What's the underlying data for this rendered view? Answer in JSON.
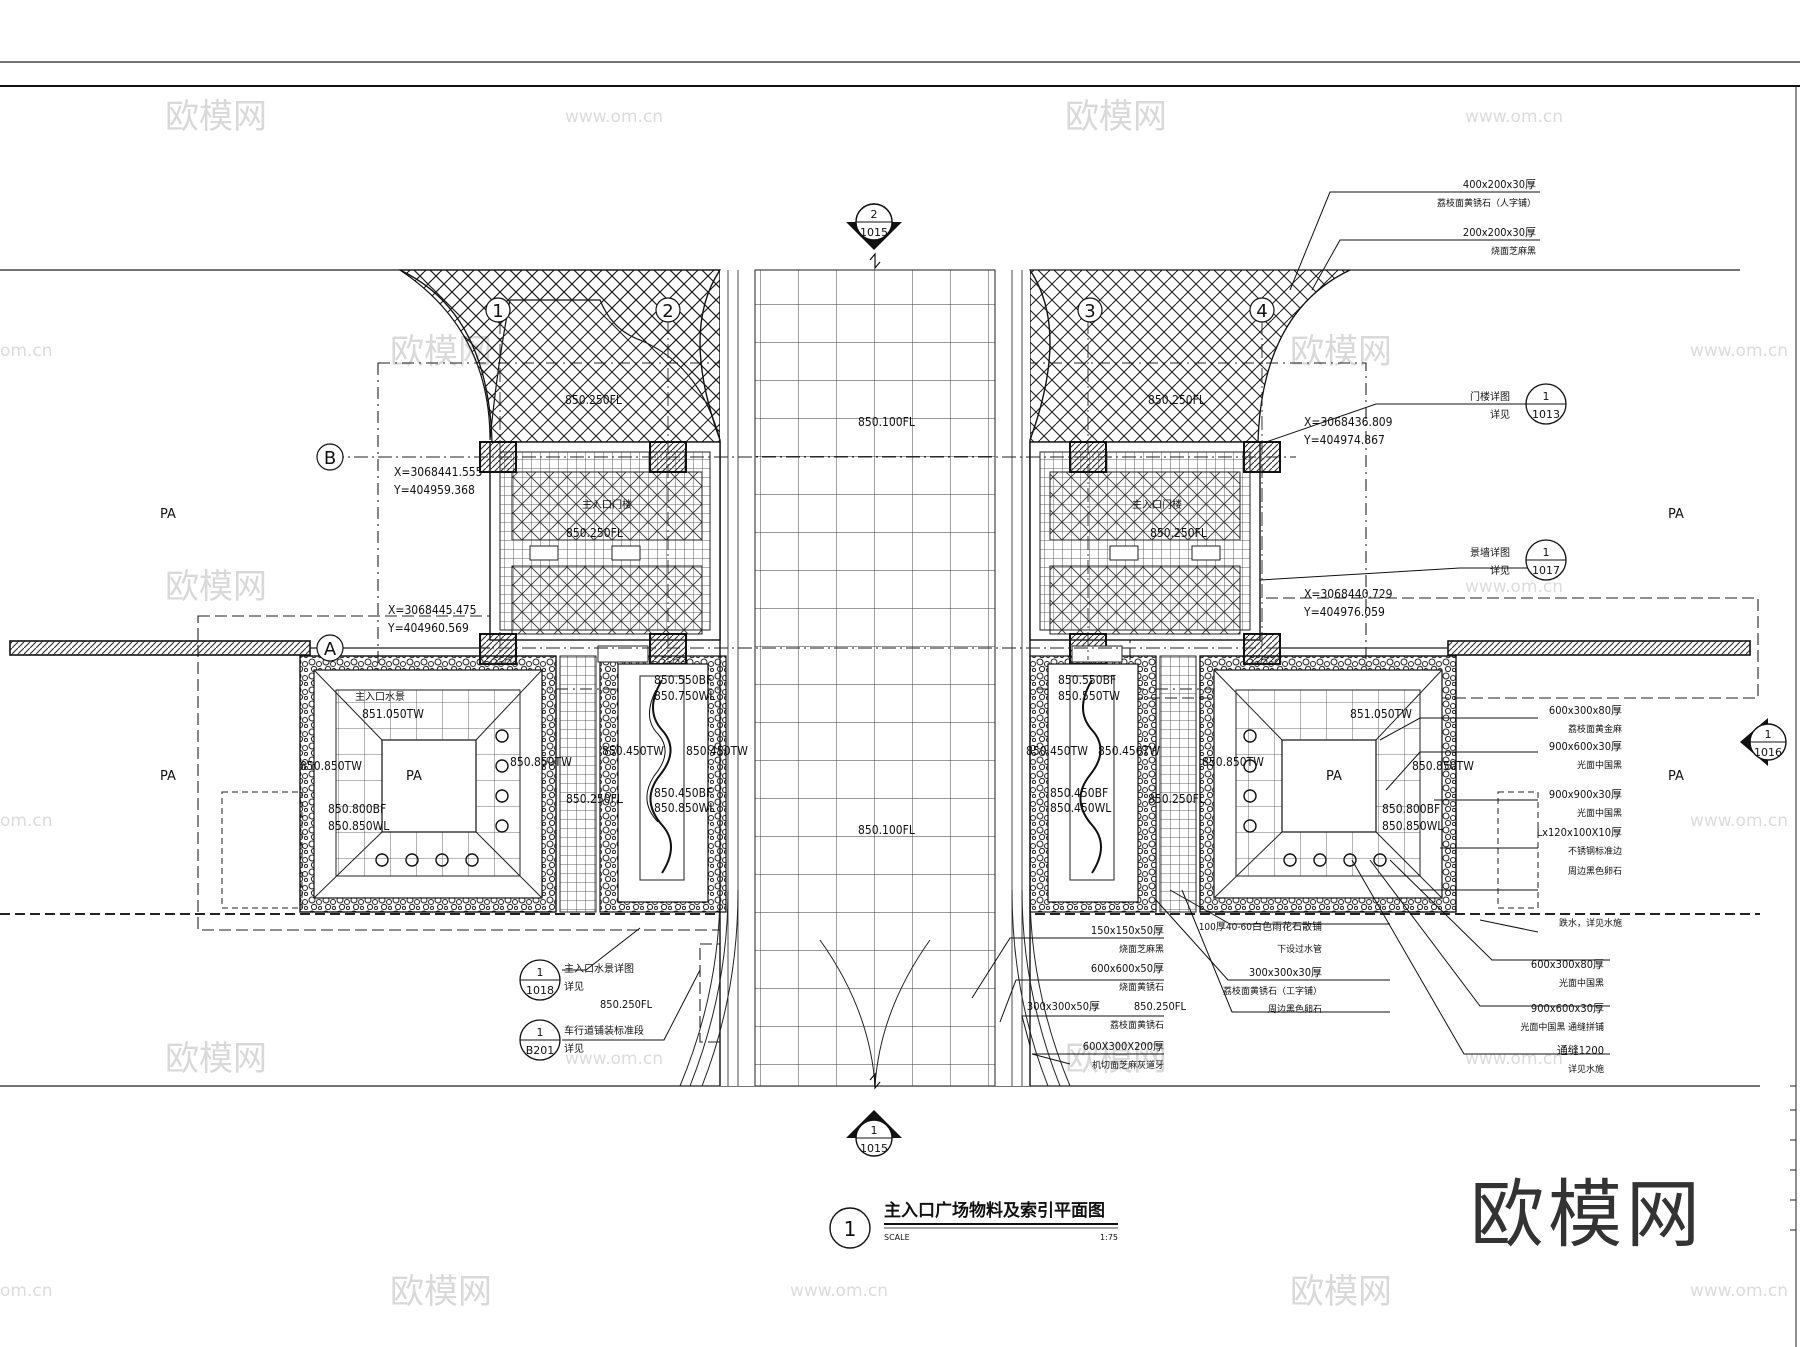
{
  "watermarks": {
    "logo": "欧模网",
    "url": "www.om.cn",
    "domain_fragment": "om.cn"
  },
  "brand_logo": "欧模网",
  "section_marks": {
    "top": {
      "number": "2",
      "sheet": "1015"
    },
    "bottom": {
      "number": "1",
      "sheet": "1015"
    },
    "right": {
      "number": "1",
      "sheet": "1016"
    }
  },
  "grid_axes": [
    "1",
    "2",
    "3",
    "4",
    "B",
    "A"
  ],
  "zones": {
    "pa": "PA"
  },
  "elevations": {
    "fl_850_250": "850.250FL",
    "fl_850_100": "850.100FL",
    "tw_851_050": "851.050TW",
    "tw_850_850": "850.850TW",
    "bf_850_800": "850.800BF",
    "wl_850_850": "850.850WL",
    "tw_850_450": "850.450TW",
    "bf_850_450": "850.450BF",
    "wl_850_750": "850.750WL",
    "bf_850_550": "850.550BF",
    "tw_850_550": "850.550TW",
    "wl_850_450": "850.450WL"
  },
  "coordinates": {
    "c1": {
      "x": "X=3068441.555",
      "y": "Y=404959.368"
    },
    "c2": {
      "x": "X=3068445.475",
      "y": "Y=404960.569"
    },
    "c3": {
      "x": "X=3068436.809",
      "y": "Y=404974.867"
    },
    "c4": {
      "x": "X=3068440.729",
      "y": "Y=404976.059"
    }
  },
  "room_labels": {
    "gate": "主入口门楼",
    "water": "主入口水景"
  },
  "callouts_top_right": [
    {
      "spec": "400x200x30厚",
      "desc": "荔枝面黄锈石（人字铺）"
    },
    {
      "spec": "200x200x30厚",
      "desc": "烧面芝麻黑"
    }
  ],
  "detail_refs": {
    "gate": {
      "label": "门楼详图",
      "see": "详见",
      "number": "1",
      "sheet": "1013"
    },
    "wall": {
      "label": "景墙详图",
      "see": "详见",
      "number": "1",
      "sheet": "1017"
    },
    "water": {
      "label": "主入口水景详图",
      "see": "详见",
      "number": "1",
      "sheet": "1018"
    },
    "road": {
      "label": "车行道铺装标准段",
      "see": "详见",
      "number": "1",
      "sheet": "B201"
    }
  },
  "callouts_right": [
    {
      "spec": "600x300x80厚",
      "desc": "荔枝面黄金麻"
    },
    {
      "spec": "900x600x30厚",
      "desc": "光面中国黑"
    },
    {
      "spec": "900x900x30厚",
      "desc": "光面中国黑"
    },
    {
      "spec": "Lx120x100X10厚",
      "desc": "不锈钢标准边"
    },
    {
      "spec": "",
      "desc": "周边黑色卵石"
    },
    {
      "spec": "",
      "desc": "跌水，详见水施"
    }
  ],
  "callouts_bottom_mid": [
    {
      "spec": "150x150x50厚",
      "desc": "烧面芝麻黑"
    },
    {
      "spec": "600x600x50厚",
      "desc": "烧面黄锈石"
    },
    {
      "spec": "300x300x50厚",
      "desc": "荔枝面黄锈石"
    },
    {
      "spec": "600X300X200厚",
      "desc": "机切面芝麻灰道牙"
    }
  ],
  "callout_bottom_mid_extra": "850.250FL",
  "callouts_bottom_right": [
    {
      "spec": "100厚40-60白色雨花石散铺",
      "desc": "下设过水管"
    },
    {
      "spec": "300x300x30厚",
      "desc": "荔枝面黄锈石（工字铺）"
    },
    {
      "spec": "",
      "desc": "周边黑色卵石"
    },
    {
      "spec": "600x300x80厚",
      "desc": "光面中国黑"
    },
    {
      "spec": "900x600x30厚",
      "desc": "光面中国黑 通缝拼铺"
    },
    {
      "spec": "通缝1200",
      "desc": "详见水施"
    }
  ],
  "drawing_title": {
    "number": "1",
    "title": "主入口广场物料及索引平面图",
    "scale_label": "SCALE",
    "scale_value": "1:75"
  }
}
